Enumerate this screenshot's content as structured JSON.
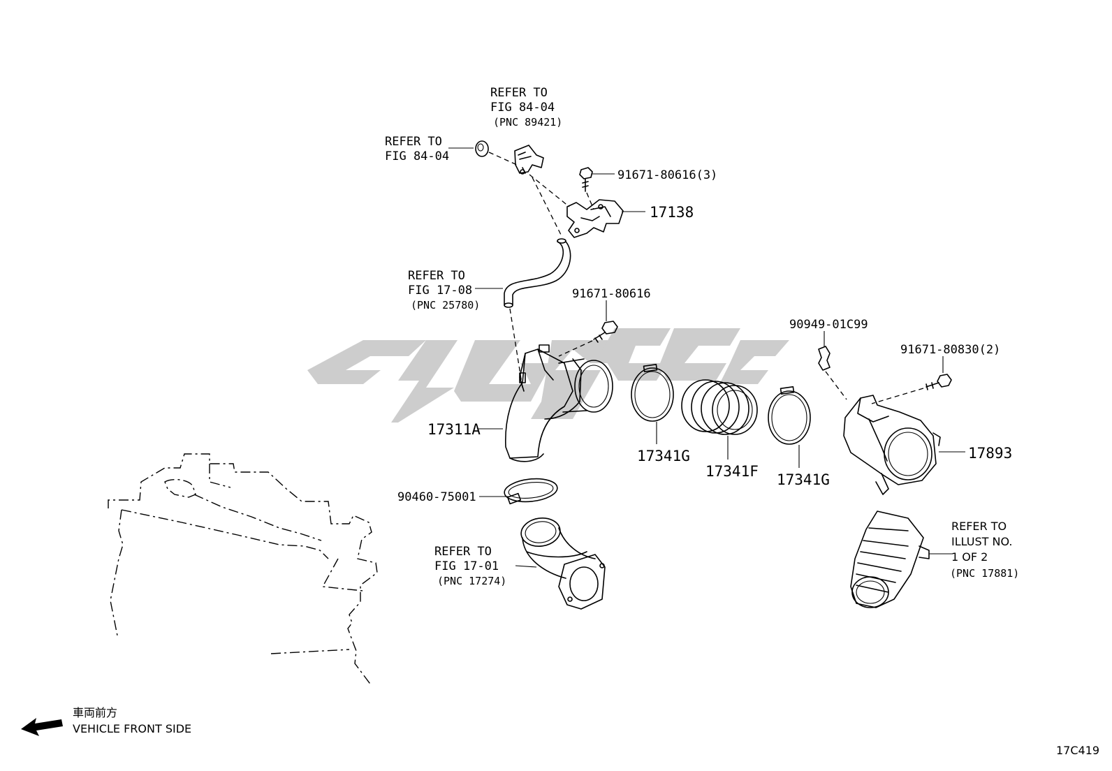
{
  "watermark_color": "#c8c8c8",
  "callouts": {
    "refer_sensor_l1": "REFER TO",
    "refer_sensor_l2": "FIG 84-04",
    "refer_sensor_l3": "(PNC 89421)",
    "refer_grommet_l1": "REFER TO",
    "refer_grommet_l2": "FIG 84-04",
    "bolt_top": "91671-80616(3)",
    "bracket": "17138",
    "refer_hose_l1": "REFER TO",
    "refer_hose_l2": "FIG 17-08",
    "refer_hose_l3": "(PNC 25780)",
    "bolt_mid": "91671-80616",
    "clip": "90949-01C99",
    "bolt_right": "91671-80830(2)",
    "inlet_pipe": "17311A",
    "clamp_1": "17341G",
    "hose": "17341F",
    "clamp_2": "17341G",
    "resonator": "17893",
    "clamp_lower": "90460-75001",
    "refer_lower_l1": "REFER TO",
    "refer_lower_l2": "FIG 17-01",
    "refer_lower_l3": "(PNC 17274)",
    "refer_right_l1": "REFER TO",
    "refer_right_l2": "ILLUST NO.",
    "refer_right_l3": "1 OF 2",
    "refer_right_l4": "(PNC 17881)"
  },
  "front_side": {
    "japanese": "車両前方",
    "english": "VEHICLE FRONT SIDE"
  },
  "figure_code": "17C419"
}
